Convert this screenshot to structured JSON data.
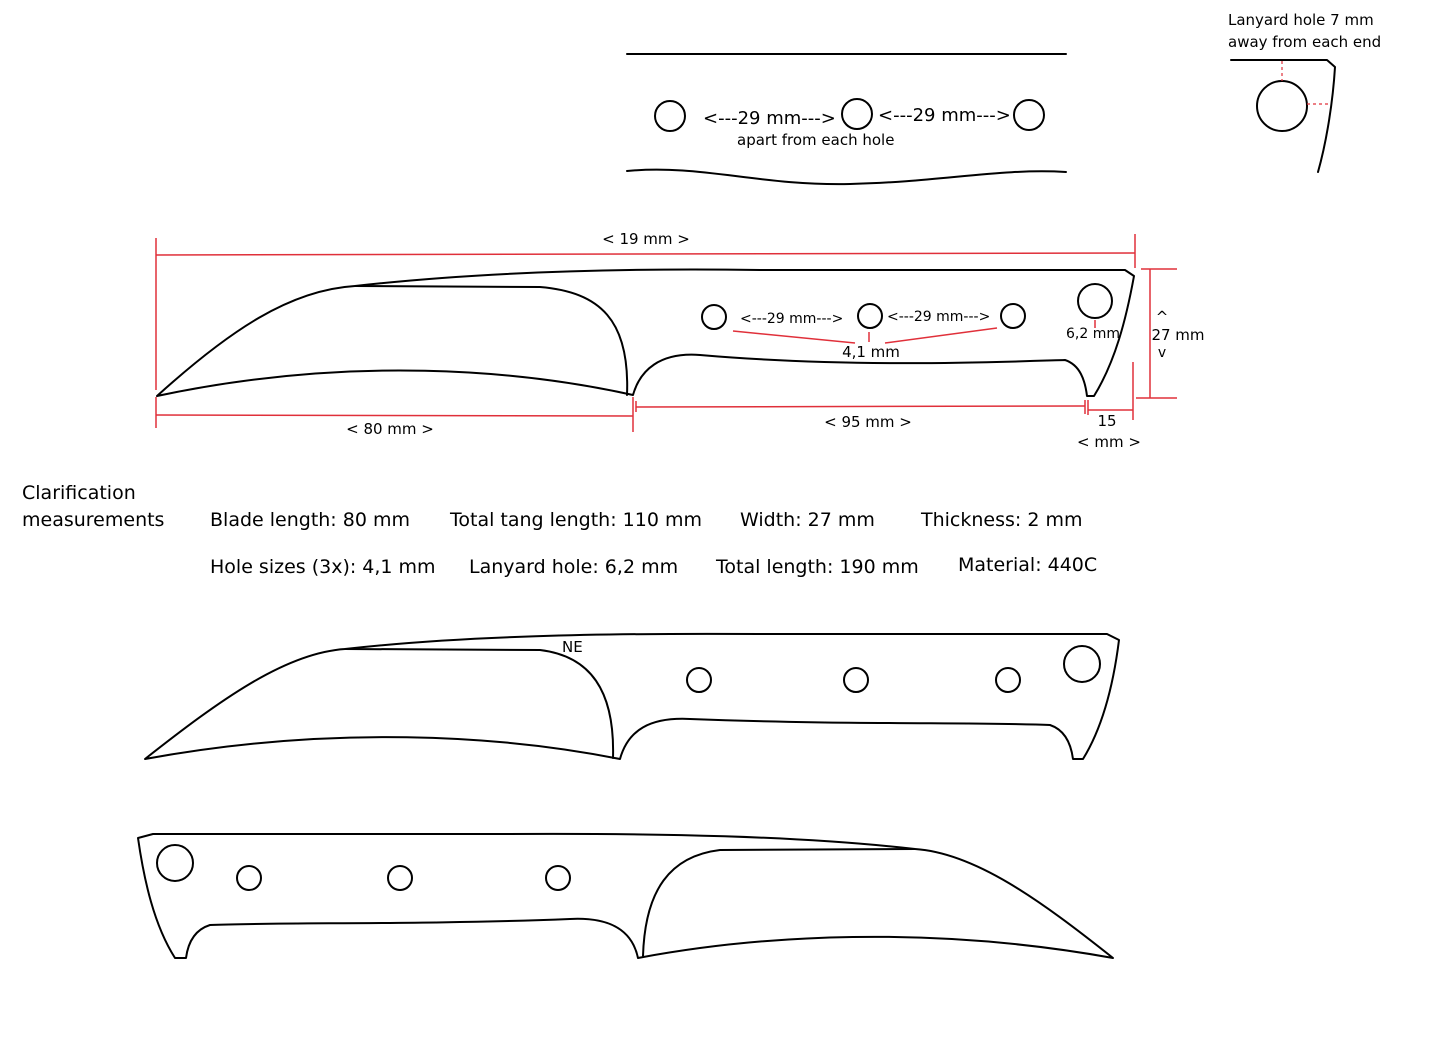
{
  "lanyard_note": {
    "line1": "Lanyard hole 7 mm",
    "line2": "away from each end"
  },
  "top_detail": {
    "spacing_left": "<---29 mm--->",
    "spacing_right": "<---29 mm--->",
    "spacing_note": "apart from each hole"
  },
  "dimensions": {
    "total_length": "< 19 mm >",
    "width": "27 mm",
    "width_up": "^",
    "width_down": "v",
    "lanyard_hole": "6,2 mm",
    "hole_spacing_left": "<---29 mm--->",
    "hole_spacing_right": "<---29 mm--->",
    "hole_size": "4,1 mm",
    "blade_length": "< 80 mm >",
    "tang_length": "< 95 mm >",
    "end_offset_value": "15",
    "end_offset_unit": "< mm >"
  },
  "clarification": {
    "title_line1": "Clarification",
    "title_line2": "measurements",
    "row1": [
      "Blade length: 80 mm",
      "Total tang length: 110 mm",
      "Width: 27 mm",
      "Thickness: 2 mm"
    ],
    "row2": [
      "Hole sizes (3x): 4,1 mm",
      "Lanyard hole: 6,2 mm",
      "Total length: 190 mm",
      "Material: 440C"
    ]
  },
  "maker_mark": "NE",
  "colors": {
    "outline": "#000000",
    "dimension": "#e0303a"
  }
}
